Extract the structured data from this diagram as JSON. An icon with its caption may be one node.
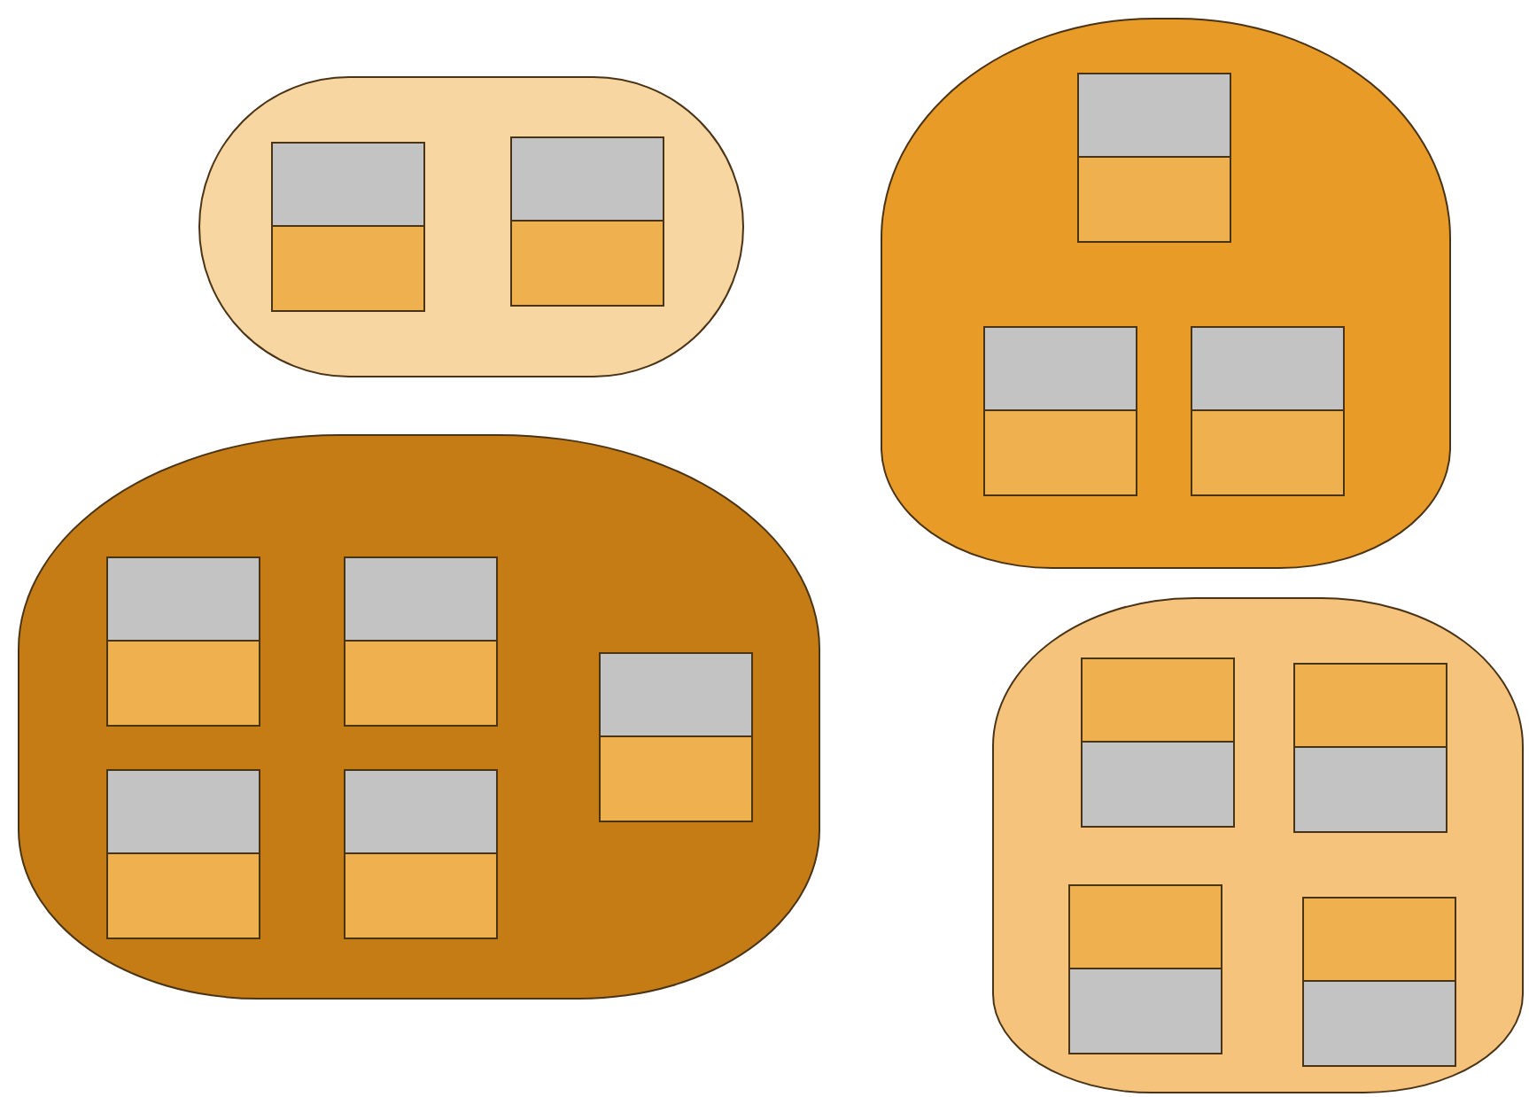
{
  "diagram": {
    "nodes": [
      {
        "text": [],
        "shape": "oval"
      },
      {
        "text": [],
        "shape": "box",
        "in": 0
      },
      {
        "text": [],
        "shape": "box",
        "in": 0
      },
      {
        "text": [],
        "shape": "oval"
      },
      {
        "text": [],
        "shape": "box",
        "in": 3
      },
      {
        "text": [],
        "shape": "box",
        "in": 3
      },
      {
        "text": [],
        "shape": "box",
        "in": 3
      },
      {
        "text": [],
        "shape": "oval"
      },
      {
        "text": [],
        "shape": "box",
        "in": 7
      },
      {
        "text": [],
        "shape": "box",
        "in": 7
      },
      {
        "text": [],
        "shape": "box",
        "in": 7
      },
      {
        "text": [],
        "shape": "box",
        "in": 7
      },
      {
        "text": [],
        "shape": "box",
        "in": 7
      },
      {
        "text": [],
        "shape": "oval"
      },
      {
        "text": [],
        "shape": "box",
        "in": 13
      },
      {
        "text": [],
        "shape": "box",
        "in": 13
      },
      {
        "text": [],
        "shape": "box",
        "in": 13
      },
      {
        "text": [],
        "shape": "box",
        "in": 13
      }
    ]
  }
}
